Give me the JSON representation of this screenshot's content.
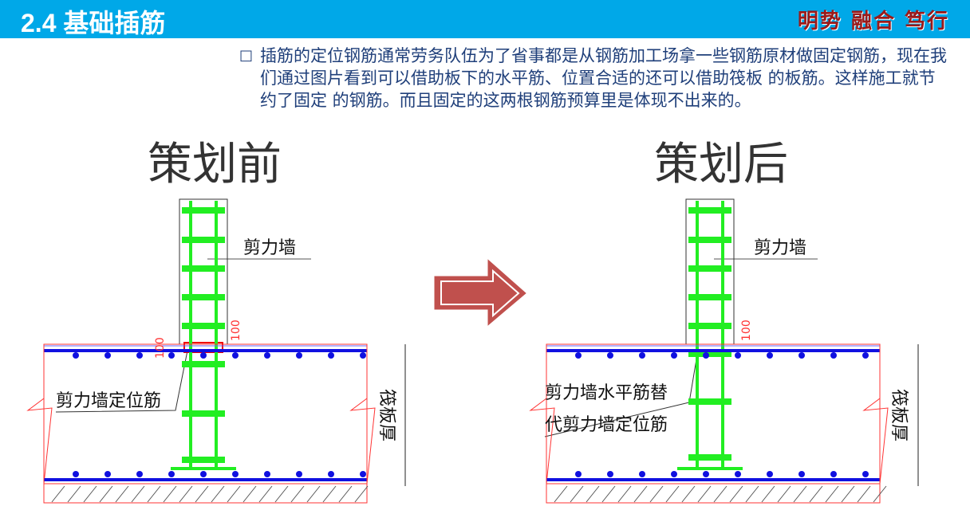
{
  "header": {
    "title": "2.4 基础插筋",
    "slogan": "明势 融合 笃行"
  },
  "description": {
    "bullet": "□",
    "text": "插筋的定位钢筋通常劳务队伍为了省事都是从钢筋加工场拿一些钢筋原材做固定钢筋，现在我们通过图片看到可以借助板下的水平筋、位置合适的还可以借助筏板 的板筋。这样施工就节约了固定 的钢筋。而且固定的这两根钢筋预算里是体现不出来的。"
  },
  "diagrams": [
    {
      "title": "策划前",
      "wall_label": "剪力墙",
      "rebar_label_1": "剪力墙定位筋",
      "rebar_label_2": "",
      "thickness_label": "筏板厚",
      "dim_1": "100",
      "dim_2": "100"
    },
    {
      "title": "策划后",
      "wall_label": "剪力墙",
      "rebar_label_1": "剪力墙水平筋替",
      "rebar_label_2": "代剪力墙定位筋",
      "thickness_label": "筏板厚",
      "dim_1": "100",
      "dim_2": ""
    }
  ],
  "colors": {
    "header": "#00a8e8",
    "arrow": "#c0504d",
    "rebar": "#22ee22",
    "slab_bar": "#1010e0",
    "outline": "#ff3333"
  }
}
